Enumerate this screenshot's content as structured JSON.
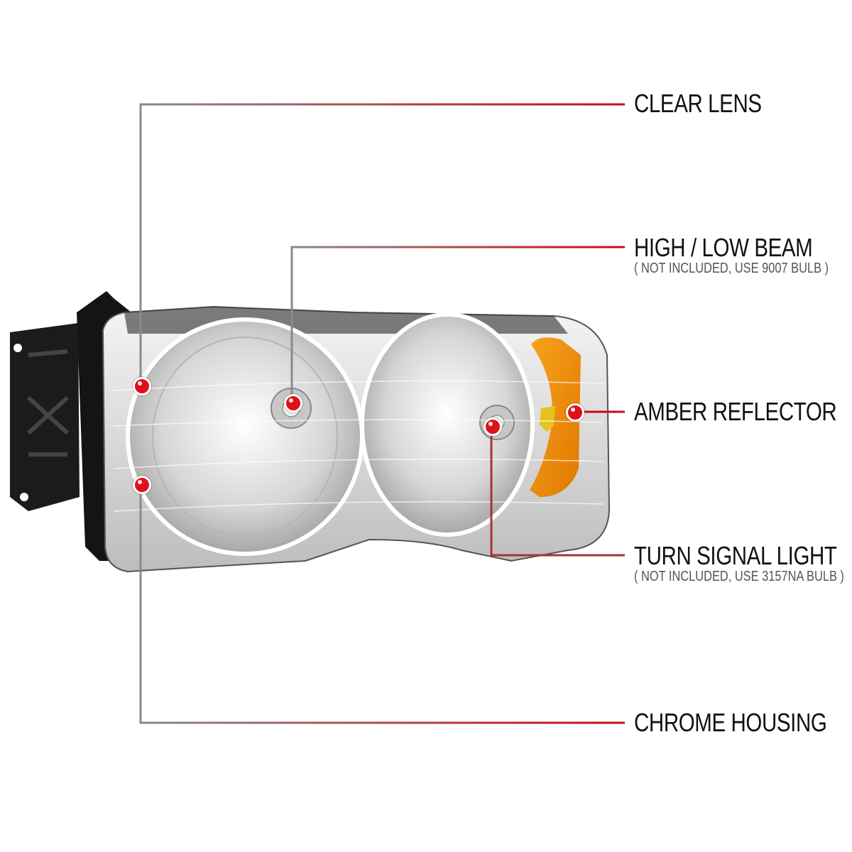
{
  "product": "Headlight (chrome housing, clear lens, amber reflector)",
  "callouts": [
    {
      "id": "clear-lens",
      "title": "CLEAR LENS",
      "subtitle": ""
    },
    {
      "id": "high-low-beam",
      "title": "HIGH / LOW BEAM",
      "subtitle": "( NOT INCLUDED, USE  9007  BULB )"
    },
    {
      "id": "amber-reflector",
      "title": "AMBER REFLECTOR",
      "subtitle": ""
    },
    {
      "id": "turn-signal-light",
      "title": "TURN SIGNAL LIGHT",
      "subtitle": "( NOT INCLUDED, USE  3157NA  BULB )"
    },
    {
      "id": "chrome-housing",
      "title": "CHROME HOUSING",
      "subtitle": ""
    }
  ],
  "colors": {
    "accent_red": "#c8101a",
    "leader_gray": "#8a8a8a",
    "amber": "#f08a00",
    "title_text": "#111111",
    "subtitle_text": "#555555"
  }
}
